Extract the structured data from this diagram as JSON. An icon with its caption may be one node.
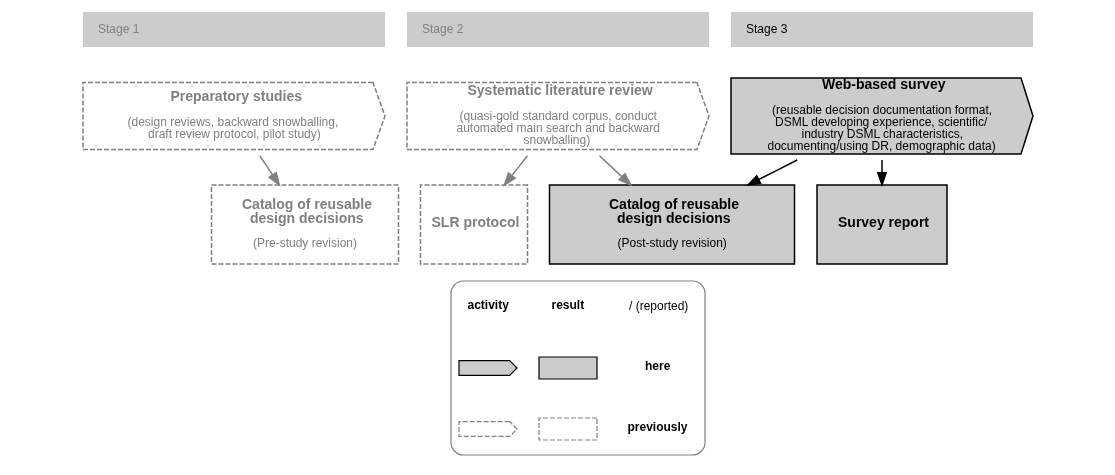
{
  "diagram": {
    "nodes": [
      {
        "text": [
          "Stage 1"
        ]
      },
      {
        "text": [
          "Stage 2"
        ]
      },
      {
        "text": [
          "Stage 3"
        ]
      },
      {
        "text": [
          "Preparatory studies",
          "(design reviews, backward snowballing, draft review protocol, pilot study)"
        ]
      },
      {
        "text": [
          "Systematic literature review",
          "(quasi-gold standard corpus, conduct automated main search and backward snowballing)"
        ]
      },
      {
        "text": [
          "Web-based survey",
          "(reusable decision documentation format, DSML developing experience, scientific/ industry DSML characteristics, documenting/using DR, demographic data)"
        ]
      },
      {
        "text": [
          "Catalog of reusable design decisions",
          "(Pre-study revision)"
        ]
      },
      {
        "text": [
          "SLR protocol"
        ]
      },
      {
        "text": [
          "Catalog of reusable design decisions",
          "(Post-study revision)"
        ]
      },
      {
        "text": [
          "Survey report"
        ]
      },
      {
        "text": [],
        "shape": "box"
      },
      {
        "text": [],
        "shape": "flag",
        "in": 10
      },
      {
        "text": [],
        "shape": "box",
        "in": 10
      },
      {
        "text": [],
        "shape": "flag",
        "in": 10
      },
      {
        "text": [],
        "shape": "box",
        "in": 10
      }
    ],
    "edges": [
      {
        "from": 3,
        "to": 6,
        "arrow": "to"
      },
      {
        "from": 4,
        "to": 7,
        "arrow": "to"
      },
      {
        "from": 4,
        "to": 8,
        "arrow": "to"
      },
      {
        "from": 5,
        "to": 8,
        "arrow": "to",
        "color": "#000000"
      },
      {
        "from": 5,
        "to": 9,
        "arrow": "to",
        "color": "#000000"
      }
    ],
    "labels": [
      "activity",
      "result",
      "/ (reported)"
    ],
    "legend": [
      {
        "text": "here"
      },
      {
        "text": "previously"
      }
    ]
  }
}
